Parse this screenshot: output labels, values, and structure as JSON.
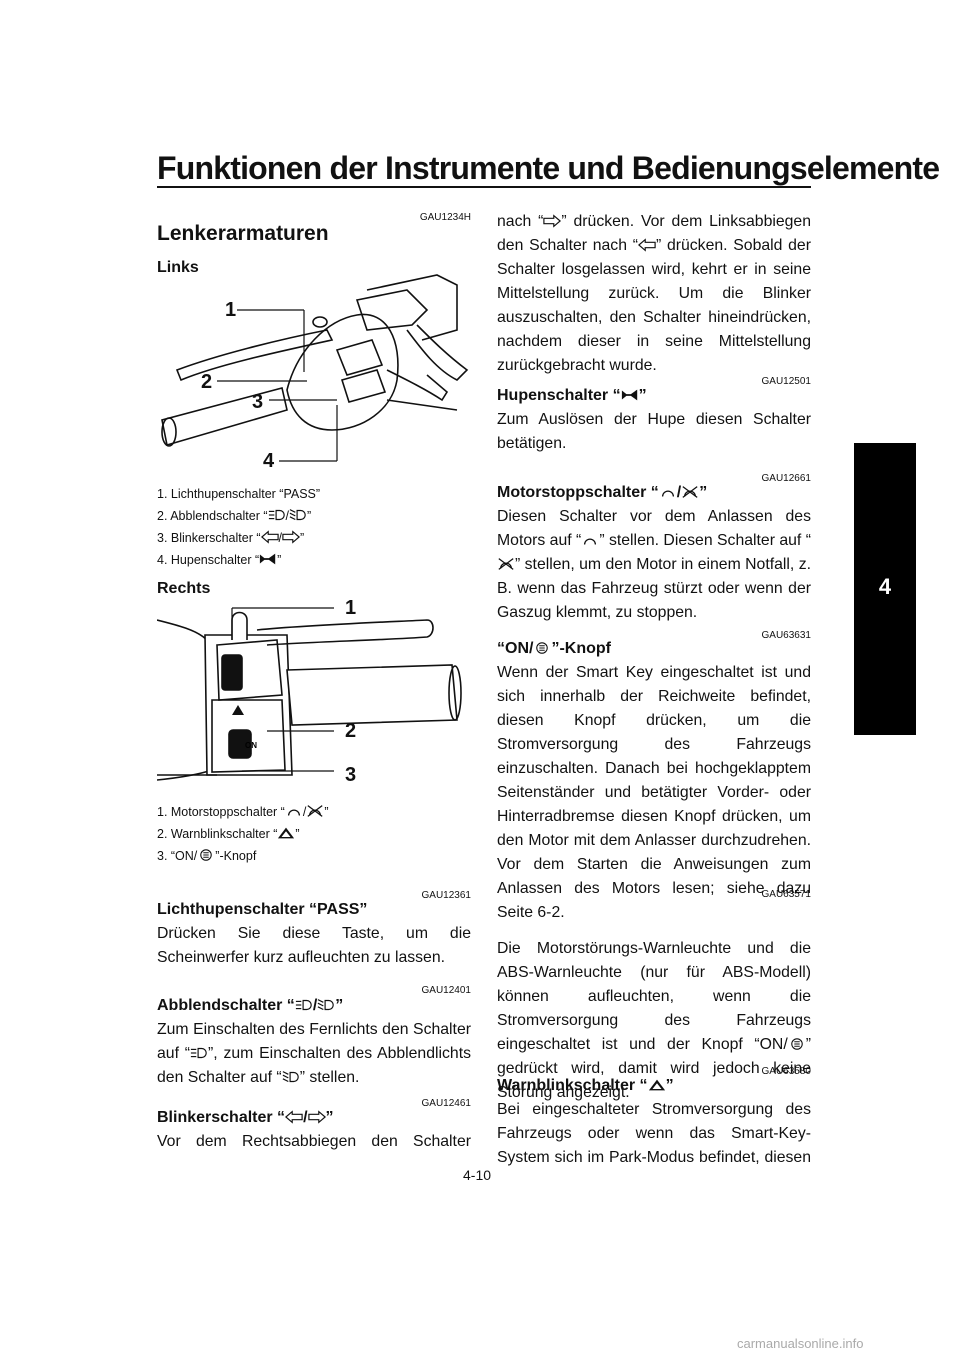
{
  "header": {
    "title": "Funktionen der Instrumente und Bedienungselemente"
  },
  "chapter_tab": "4",
  "page_number": "4-10",
  "watermark": "carmanualsonline.info",
  "left": {
    "code_lenker": "GAU1234H",
    "heading": "Lenkerarmaturen",
    "links_label": "Links",
    "fig_left_callouts": [
      "1",
      "2",
      "3",
      "4"
    ],
    "fig_left_caption": {
      "l1": "1. Lichthupenschalter “PASS”",
      "l2a": "2. Abblendschalter “",
      "l2b": "/",
      "l2c": "”",
      "l3a": "3. Blinkerschalter “",
      "l3b": "/",
      "l3c": "”",
      "l4a": "4. Hupenschalter “",
      "l4b": "”"
    },
    "rechts_label": "Rechts",
    "fig_right_callouts": [
      "1",
      "2",
      "3"
    ],
    "fig_right_caption": {
      "l1a": "1. Motorstoppschalter “",
      "l1b": "/",
      "l1c": "”",
      "l2a": "2. Warnblinkschalter “",
      "l2b": "”",
      "l3a": "3. “ON/",
      "l3b": "”-Knopf"
    },
    "pass_code": "GAU12361",
    "pass_heading": "Lichthupenschalter “PASS”",
    "pass_body": "Drücken Sie diese Taste, um die Scheinwerfer kurz aufleuchten zu lassen.",
    "abblend_code": "GAU12401",
    "abblend_heading_a": "Abblendschalter “",
    "abblend_heading_b": "/",
    "abblend_heading_c": "”",
    "abblend_body_a": "Zum Einschalten des Fernlichts den Schalter auf “",
    "abblend_body_b": "”, zum Einschalten des Abblendlichts den Schalter auf “",
    "abblend_body_c": "” stellen.",
    "blinker_code": "GAU12461",
    "blinker_heading_a": "Blinkerschalter “",
    "blinker_heading_b": "/",
    "blinker_heading_c": "”",
    "blinker_body": "Vor dem Rechtsabbiegen den Schalter"
  },
  "right": {
    "blinker_cont_a": "nach “",
    "blinker_cont_b": "” drücken. Vor dem Linksabbiegen den Schalter nach “",
    "blinker_cont_c": "” drücken. Sobald der Schalter losgelassen wird, kehrt er in seine Mittelstellung zurück. Um die Blinker auszuschalten, den Schalter hineindrücken, nachdem dieser in seine Mittelstellung zurückgebracht wurde.",
    "hupe_code": "GAU12501",
    "hupe_heading_a": "Hupenschalter “",
    "hupe_heading_b": "”",
    "hupe_body": "Zum Auslösen der Hupe diesen Schalter betätigen.",
    "motor_code": "GAU12661",
    "motor_heading_a": "Motorstoppschalter “",
    "motor_heading_b": "/",
    "motor_heading_c": "”",
    "motor_body_a": "Diesen Schalter vor dem Anlassen des Motors auf “",
    "motor_body_b": "” stellen. Diesen Schalter auf “",
    "motor_body_c": "” stellen, um den Motor in einem Notfall, z. B. wenn das Fahrzeug stürzt oder wenn der Gaszug klemmt, zu stoppen.",
    "on_code": "GAU63631",
    "on_heading_a": "“ON/",
    "on_heading_b": "”-Knopf",
    "on_body": "Wenn der Smart Key eingeschaltet ist und sich innerhalb der Reichweite befindet, diesen Knopf drücken, um die Stromversorgung des Fahrzeugs einzuschalten. Danach bei hochgeklapptem Seitenständer und betätigter Vorder- oder Hinterradbremse diesen Knopf drücken, um den Motor mit dem Anlasser durchzudrehen. Vor dem Starten die Anweisungen zum Anlassen des Motors lesen; siehe dazu Seite 6-2.",
    "stoer_code": "GAU63571",
    "stoer_body_a": "Die Motorstörungs-Warnleuchte und die ABS-Warnleuchte (nur für ABS-Modell) können aufleuchten, wenn die Stromversorgung des Fahrzeugs eingeschaltet ist und der Knopf “ON/",
    "stoer_body_b": "” gedrückt wird, damit wird jedoch keine Störung angezeigt.",
    "warn_code": "GAU63580",
    "warn_heading_a": "Warnblinkschalter “",
    "warn_heading_b": "”",
    "warn_body": "Bei eingeschalteter Stromversorgung des Fahrzeugs oder wenn das Smart-Key-System sich im Park-Modus befindet, diesen"
  }
}
